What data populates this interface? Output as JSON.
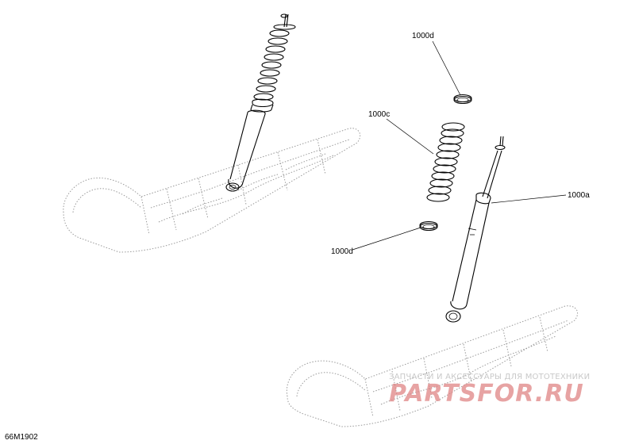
{
  "callouts": [
    {
      "id": "1000d_top",
      "label": "1000d"
    },
    {
      "id": "1000c",
      "label": "1000c"
    },
    {
      "id": "1000a",
      "label": "1000a"
    },
    {
      "id": "1000d_bottom",
      "label": "1000d"
    }
  ],
  "figure_id": "66M1902",
  "watermark": {
    "tagline": "ЗАПЧАСТИ И АКСЕССУАРЫ ДЛЯ МОТОТЕХНИКИ",
    "logo": "PARTSFOR.RU"
  },
  "colors": {
    "line": "#000000",
    "ghost_line": "#9a9a9a",
    "watermark_logo": "#e08585",
    "watermark_text": "#c9c9c9"
  }
}
